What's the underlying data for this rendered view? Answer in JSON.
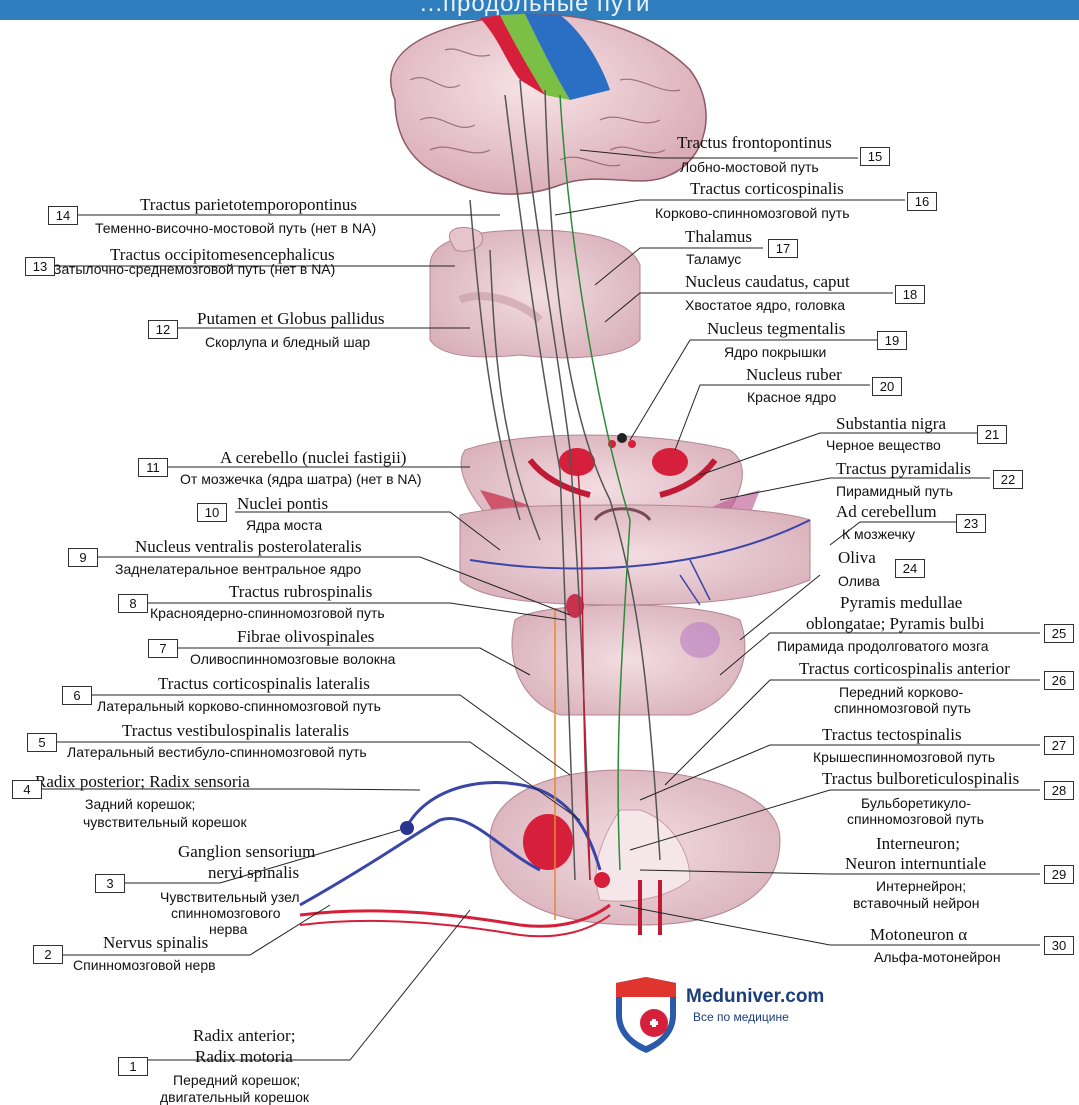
{
  "header": {
    "text": "...продольные пути"
  },
  "watermark": {
    "name": "Meduniver.com",
    "tagline": "Все по медицине"
  },
  "labels": [
    {
      "n": "1",
      "lat": "Radix anterior;",
      "lat2": "Radix motoria",
      "rus": "Передний корешок;",
      "rus2": "двигательный корешок"
    },
    {
      "n": "2",
      "lat": "Nervus spinalis",
      "rus": "Спинномозговой нерв"
    },
    {
      "n": "3",
      "lat": "Ganglion sensorium",
      "lat2": "nervi spinalis",
      "rus": "Чувствительный узел",
      "rus2": "спинномозгового",
      "rus3": "нерва"
    },
    {
      "n": "4",
      "lat": "Radix posterior; Radix sensoria",
      "rus": "Задний корешок;",
      "rus2": "чувствительный корешок"
    },
    {
      "n": "5",
      "lat": "Tractus vestibulospinalis lateralis",
      "rus": "Латеральный вестибуло-спинномозговой путь"
    },
    {
      "n": "6",
      "lat": "Tractus corticospinalis lateralis",
      "rus": "Латеральный корково-спинномозговой путь"
    },
    {
      "n": "7",
      "lat": "Fibrae olivospinales",
      "rus": "Оливоспинномозговые волокна"
    },
    {
      "n": "8",
      "lat": "Tractus rubrospinalis",
      "rus": "Красноядерно-спинномозговой путь"
    },
    {
      "n": "9",
      "lat": "Nucleus ventralis posterolateralis",
      "rus": "Заднелатеральное вентральное ядро"
    },
    {
      "n": "10",
      "lat": "Nuclei pontis",
      "rus": "Ядра моста"
    },
    {
      "n": "11",
      "lat": "A cerebello (nuclei fastigii)",
      "rus": "От мозжечка (ядра шатра) (нет в NA)"
    },
    {
      "n": "12",
      "lat": "Putamen et Globus pallidus",
      "rus": "Скорлупа и бледный шар"
    },
    {
      "n": "13",
      "lat": "Tractus occipitomesencephalicus",
      "rus": "Затылочно-среднемозговой путь (нет в NA)"
    },
    {
      "n": "14",
      "lat": "Tractus parietotemporopontinus",
      "rus": "Теменно-височно-мостовой путь (нет в NA)"
    },
    {
      "n": "15",
      "lat": "Tractus frontopontinus",
      "rus": "Лобно-мостовой путь"
    },
    {
      "n": "16",
      "lat": "Tractus corticospinalis",
      "rus": "Корково-спинномозговой путь"
    },
    {
      "n": "17",
      "lat": "Thalamus",
      "rus": "Таламус"
    },
    {
      "n": "18",
      "lat": "Nucleus caudatus, caput",
      "rus": "Хвостатое ядро, головка"
    },
    {
      "n": "19",
      "lat": "Nucleus tegmentalis",
      "rus": "Ядро покрышки"
    },
    {
      "n": "20",
      "lat": "Nucleus ruber",
      "rus": "Красное ядро"
    },
    {
      "n": "21",
      "lat": "Substantia nigra",
      "rus": "Черное вещество"
    },
    {
      "n": "22",
      "lat": "Tractus pyramidalis",
      "rus": "Пирамидный путь"
    },
    {
      "n": "23",
      "lat": "Ad cerebellum",
      "rus": "К мозжечку"
    },
    {
      "n": "24",
      "lat": "Oliva",
      "rus": "Олива"
    },
    {
      "n": "25",
      "lat": "Pyramis medullae",
      "lat2": "oblongatae; Pyramis bulbi",
      "rus": "Пирамида продолговатого мозга"
    },
    {
      "n": "26",
      "lat": "Tractus corticospinalis anterior",
      "rus": "Передний корково-",
      "rus2": "спинномозговой путь"
    },
    {
      "n": "27",
      "lat": "Tractus tectospinalis",
      "rus": "Крышеспинномозговой путь"
    },
    {
      "n": "28",
      "lat": "Tractus bulboreticulospinalis",
      "rus": "Бульборетикуло-",
      "rus2": "спинномозговой путь"
    },
    {
      "n": "29",
      "lat": "Interneuron;",
      "lat2": "Neuron internuntiale",
      "rus": "Интернейрон;",
      "rus2": "вставочный нейрон"
    },
    {
      "n": "30",
      "lat": "Motoneuron α",
      "rus": "Альфа-мотонейрон"
    }
  ]
}
